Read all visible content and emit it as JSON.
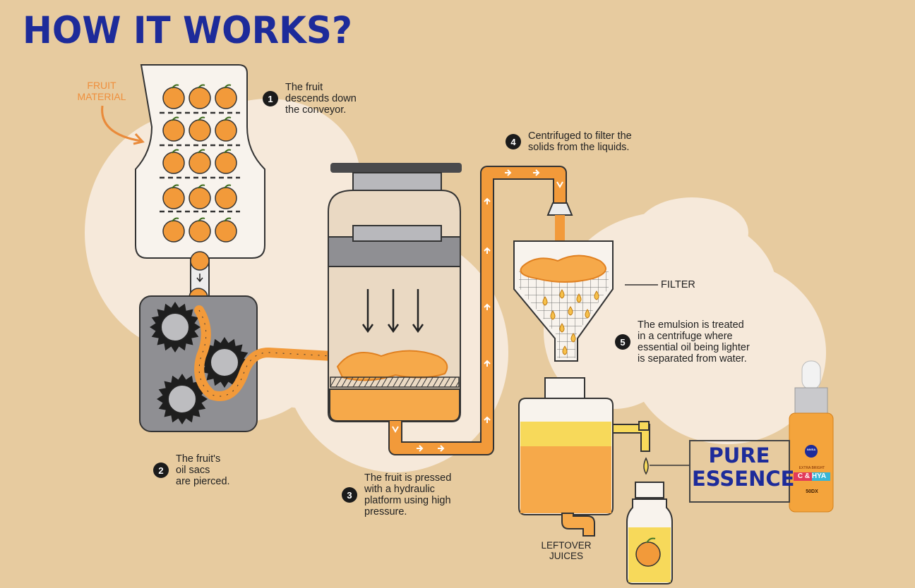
{
  "title": "HOW IT WORKS?",
  "fruit_label": "FRUIT\nMATERIAL",
  "steps": [
    {
      "number": "1",
      "text": "The fruit\ndescends down\nthe conveyor."
    },
    {
      "number": "2",
      "text": "The fruit's\noil sacs\nare pierced."
    },
    {
      "number": "3",
      "text": "The fruit is pressed\nwith a hydraulic\nplatform using high\npressure."
    },
    {
      "number": "4",
      "text": "Centrifuged to filter the\nsolids from the liquids."
    },
    {
      "number": "5",
      "text": "The emulsion is treated\nin a centrifuge where\nessential oil being lighter\nis separated from water."
    }
  ],
  "callouts": {
    "filter": "FILTER",
    "leftover": "LEFTOVER\nJUICES"
  },
  "product": {
    "headline_line1": "PURE",
    "headline_line2": "ESSENCE",
    "brand": "NIVEA",
    "label_top": "EXTRA BRIGHT",
    "label_main": "C & HYA",
    "label_dose": "50DX"
  },
  "colors": {
    "background": "#e7cb9f",
    "cloud": "#f6e9da",
    "title_blue": "#1d2b9a",
    "orange": "#f29a3a",
    "juice": "#f6a94a",
    "machine_gray": "#8f8f93",
    "glass": "#ead9c3",
    "yellow_oil": "#f7d95a"
  }
}
